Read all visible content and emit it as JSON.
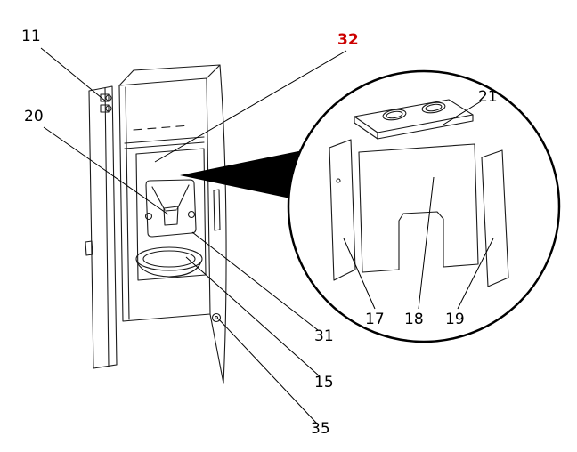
{
  "colors": {
    "background": "#ffffff",
    "line": "#000000",
    "label_accent": "#cc0000"
  },
  "labels": {
    "l11": {
      "text": "11",
      "color": "#000000"
    },
    "l20": {
      "text": "20",
      "color": "#000000"
    },
    "l32": {
      "text": "32",
      "color": "#cc0000"
    },
    "l21": {
      "text": "21",
      "color": "#000000"
    },
    "l17": {
      "text": "17",
      "color": "#000000"
    },
    "l18": {
      "text": "18",
      "color": "#000000"
    },
    "l19": {
      "text": "19",
      "color": "#000000"
    },
    "l31": {
      "text": "31",
      "color": "#000000"
    },
    "l15": {
      "text": "15",
      "color": "#000000"
    },
    "l35": {
      "text": "35",
      "color": "#000000"
    }
  }
}
